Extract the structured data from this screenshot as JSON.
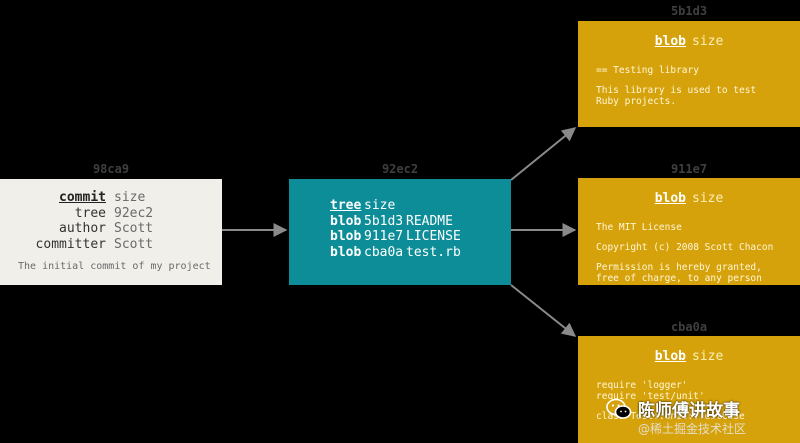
{
  "commit": {
    "hash": "98ca9",
    "fields": [
      {
        "key": "commit",
        "value": "size"
      },
      {
        "key": "tree",
        "value": "92ec2"
      },
      {
        "key": "author",
        "value": "Scott"
      },
      {
        "key": "committer",
        "value": "Scott"
      }
    ],
    "message": "The initial commit of my project"
  },
  "tree": {
    "hash": "92ec2",
    "header": {
      "key": "tree",
      "value": "size"
    },
    "entries": [
      {
        "type": "blob",
        "hash": "5b1d3",
        "name": "README"
      },
      {
        "type": "blob",
        "hash": "911e7",
        "name": "LICENSE"
      },
      {
        "type": "blob",
        "hash": "cba0a",
        "name": "test.rb"
      }
    ]
  },
  "blobs": [
    {
      "hash": "5b1d3",
      "key": "blob",
      "size_label": "size",
      "lines": [
        "== Testing library",
        "This library is used to test\nRuby projects."
      ]
    },
    {
      "hash": "911e7",
      "key": "blob",
      "size_label": "size",
      "lines": [
        "The MIT License",
        "Copyright (c) 2008 Scott Chacon",
        "Permission is hereby granted,\nfree of charge, to any person"
      ]
    },
    {
      "hash": "cba0a",
      "key": "blob",
      "size_label": "size",
      "lines": [
        "require 'logger'\nrequire 'test/unit'",
        "class Test::Unit::TestCase"
      ]
    }
  ],
  "colors": {
    "background": "#000000",
    "commit": "#f0efe9",
    "tree": "#0c8d98",
    "blob": "#d6a20c",
    "arrow": "#8a8a8a"
  },
  "watermark": {
    "main": "陈师傅讲故事",
    "sub": "@稀土掘金技术社区",
    "icon": "wechat-icon"
  }
}
